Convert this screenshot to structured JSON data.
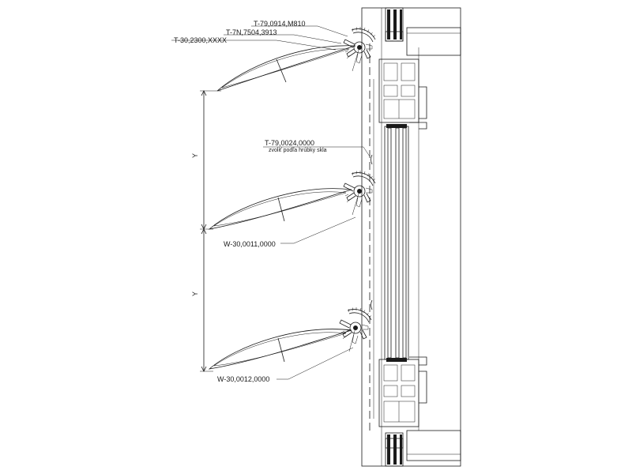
{
  "labels": {
    "hardware_top": "T-79,0914,M810",
    "clip_top": "T-7N,7504,3913",
    "blade_top": "T-30,2300,XXXX",
    "glass_spacer": "T-79,0024,0000",
    "glass_spacer_note": "zvoliť podľa hrúbky skla",
    "bracket_mid": "W-30,0011,0000",
    "bracket_bottom": "W-30,0012,0000"
  },
  "dimensions": {
    "upper_spacing": "Y",
    "lower_spacing": "Y"
  }
}
